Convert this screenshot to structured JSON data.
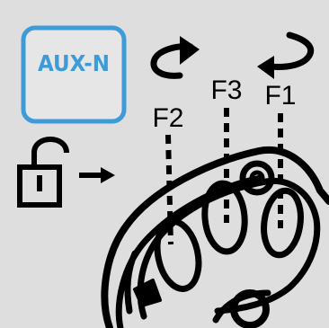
{
  "panel": {
    "aux_mode_label": "AUX-N",
    "finger_labels": {
      "f1": "F1",
      "f2": "F2",
      "f3": "F3"
    }
  },
  "icons": {
    "rotate_left": "rotate-counterclockwise-icon",
    "rotate_right": "rotate-clockwise-icon",
    "unlock": "unlock-padlock-icon",
    "arrow": "right-arrow-icon",
    "controller": "hand-controller-icon"
  },
  "colors": {
    "background": "#dedede",
    "accent_border": "#3d9bd8",
    "accent_text": "#3d9bd8",
    "ink": "#000000"
  }
}
